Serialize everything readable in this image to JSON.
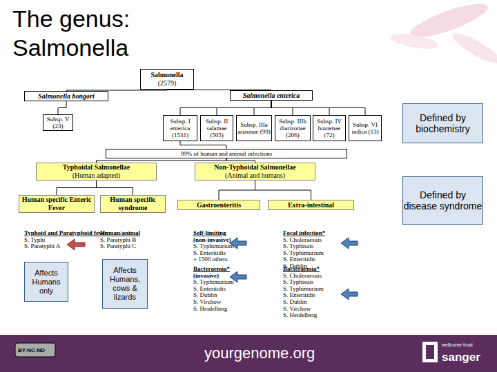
{
  "diagram": {
    "title": "The genus: Salmonella",
    "nodes": [
      {
        "text": [
          "Salmonella",
          "(2579)"
        ]
      },
      {
        "text": [
          "Salmonella bongori"
        ]
      },
      {
        "text": [
          "Salmonella enterica"
        ]
      },
      {
        "text": [
          "Subsp. V (23)"
        ]
      },
      {
        "text": [
          "Subsp. I enterica (1531)"
        ]
      },
      {
        "text": [
          "Subsp. II salamae (505)"
        ]
      },
      {
        "text": [
          "Subsp. IIIa arizonae (99)"
        ]
      },
      {
        "text": [
          "Subsp. IIIb diarizonae (206)"
        ]
      },
      {
        "text": [
          "Subsp. IV houtenae (72)"
        ]
      },
      {
        "text": [
          "Subsp. VI indica (13)"
        ]
      },
      {
        "text": [
          "Defined by biochemistry"
        ]
      },
      {
        "text": [
          "99% of human and animal infections"
        ]
      },
      {
        "text": [
          "Typhoidal Salmonellae",
          "(Human adapted)"
        ]
      },
      {
        "text": [
          "Non-Typhoidal Salmonellae",
          "(Animal and humans)"
        ]
      },
      {
        "text": [
          "Defined by disease syndrome"
        ]
      },
      {
        "text": [
          "Human specific Enteric Fever"
        ]
      },
      {
        "text": [
          "Human specific syndrome"
        ]
      },
      {
        "text": [
          "Gastroenteritis"
        ]
      },
      {
        "text": [
          "Extra-intestinal"
        ]
      },
      {
        "text": [
          "Affects Humans only"
        ]
      },
      {
        "text": [
          "Affects Humans, cows & lizards"
        ]
      }
    ],
    "edges": [
      {
        "from": 0,
        "to": 1,
        "arrow": "none"
      },
      {
        "from": 0,
        "to": 2,
        "arrow": "none"
      },
      {
        "from": 1,
        "to": 3,
        "arrow": "none"
      },
      {
        "from": 2,
        "to": 4,
        "arrow": "none"
      },
      {
        "from": 2,
        "to": 5,
        "arrow": "none"
      },
      {
        "from": 2,
        "to": 6,
        "arrow": "none"
      },
      {
        "from": 2,
        "to": 7,
        "arrow": "none"
      },
      {
        "from": 2,
        "to": 8,
        "arrow": "none"
      },
      {
        "from": 2,
        "to": 9,
        "arrow": "none"
      },
      {
        "from": 4,
        "to": 11,
        "arrow": "none"
      },
      {
        "from": 11,
        "to": 12,
        "arrow": "none"
      },
      {
        "from": 11,
        "to": 13,
        "arrow": "none"
      },
      {
        "from": 12,
        "to": 15,
        "arrow": "none"
      },
      {
        "from": 12,
        "to": 16,
        "arrow": "none"
      },
      {
        "from": 13,
        "to": 17,
        "arrow": "none"
      },
      {
        "from": 13,
        "to": 18,
        "arrow": "none"
      }
    ],
    "labels": [
      "Typhoid and Paratyphoid fever",
      "S. Typhi",
      "S. Paratyphi A",
      "Human/animal",
      "S. Paratyphi B",
      "S. Paratyphi C",
      "Self-limiting",
      "(non-invasive)",
      "S. Typhimurium",
      "S. Enteritidis",
      "+ 1500 others",
      "Bacteraemia*",
      "(invasive)",
      "S. Typhimurium",
      "S. Enteritidis",
      "S. Dublin",
      "S. Virchow",
      "S. Heidelberg",
      "Focal infection*",
      "S. Choleraesuis",
      "S. Typhisuis",
      "S. Typhimurium",
      "S. Enteritidis",
      "S. Dublin",
      "Bacteraemia*",
      "S. Choleraesuis",
      "S. Typhisuis",
      "S. Typhimurium",
      "S. Enteritidis",
      "S. Dublin",
      "S. Virchow",
      "S. Heidelberg",
      "yourgenome.org",
      "sanger",
      "wellcome trust",
      "BY-NC-ND"
    ]
  }
}
